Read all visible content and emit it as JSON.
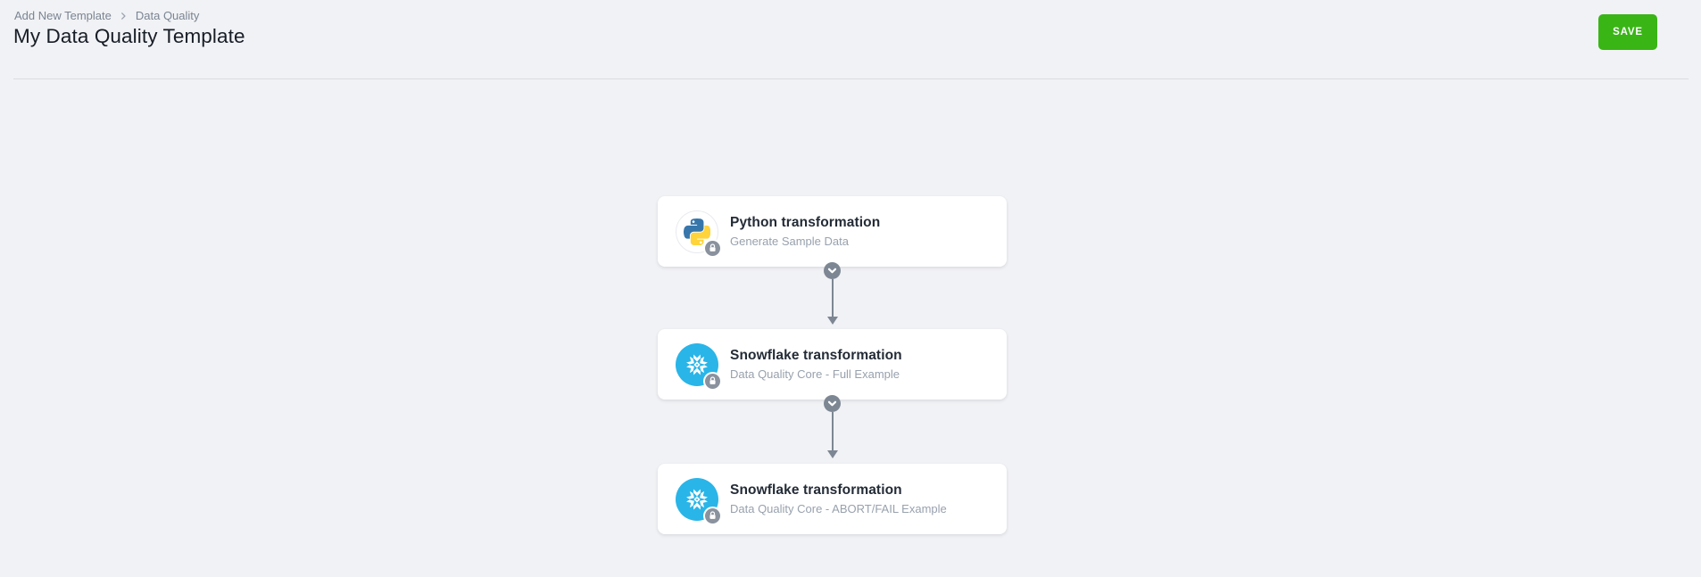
{
  "header": {
    "breadcrumb": {
      "items": [
        "Add New Template",
        "Data Quality"
      ],
      "separator_icon": "chevron-right"
    },
    "title": "My Data Quality Template",
    "save_label": "SAVE"
  },
  "flow": {
    "steps": [
      {
        "icon": "python",
        "title": "Python transformation",
        "subtitle": "Generate Sample Data",
        "badge_icon": "lock"
      },
      {
        "icon": "snowflake",
        "title": "Snowflake transformation",
        "subtitle": "Data Quality Core - Full Example",
        "badge_icon": "lock"
      },
      {
        "icon": "snowflake",
        "title": "Snowflake transformation",
        "subtitle": "Data Quality Core - ABORT/FAIL Example",
        "badge_icon": "lock"
      }
    ],
    "connector_icon": "chevron-down"
  },
  "colors": {
    "background": "#F1F2F5",
    "accent_green": "#39B516",
    "connector_gray": "#7D8793",
    "snowflake_blue": "#29B5E8",
    "python_blue": "#3776AB",
    "python_yellow": "#FFD43B"
  }
}
